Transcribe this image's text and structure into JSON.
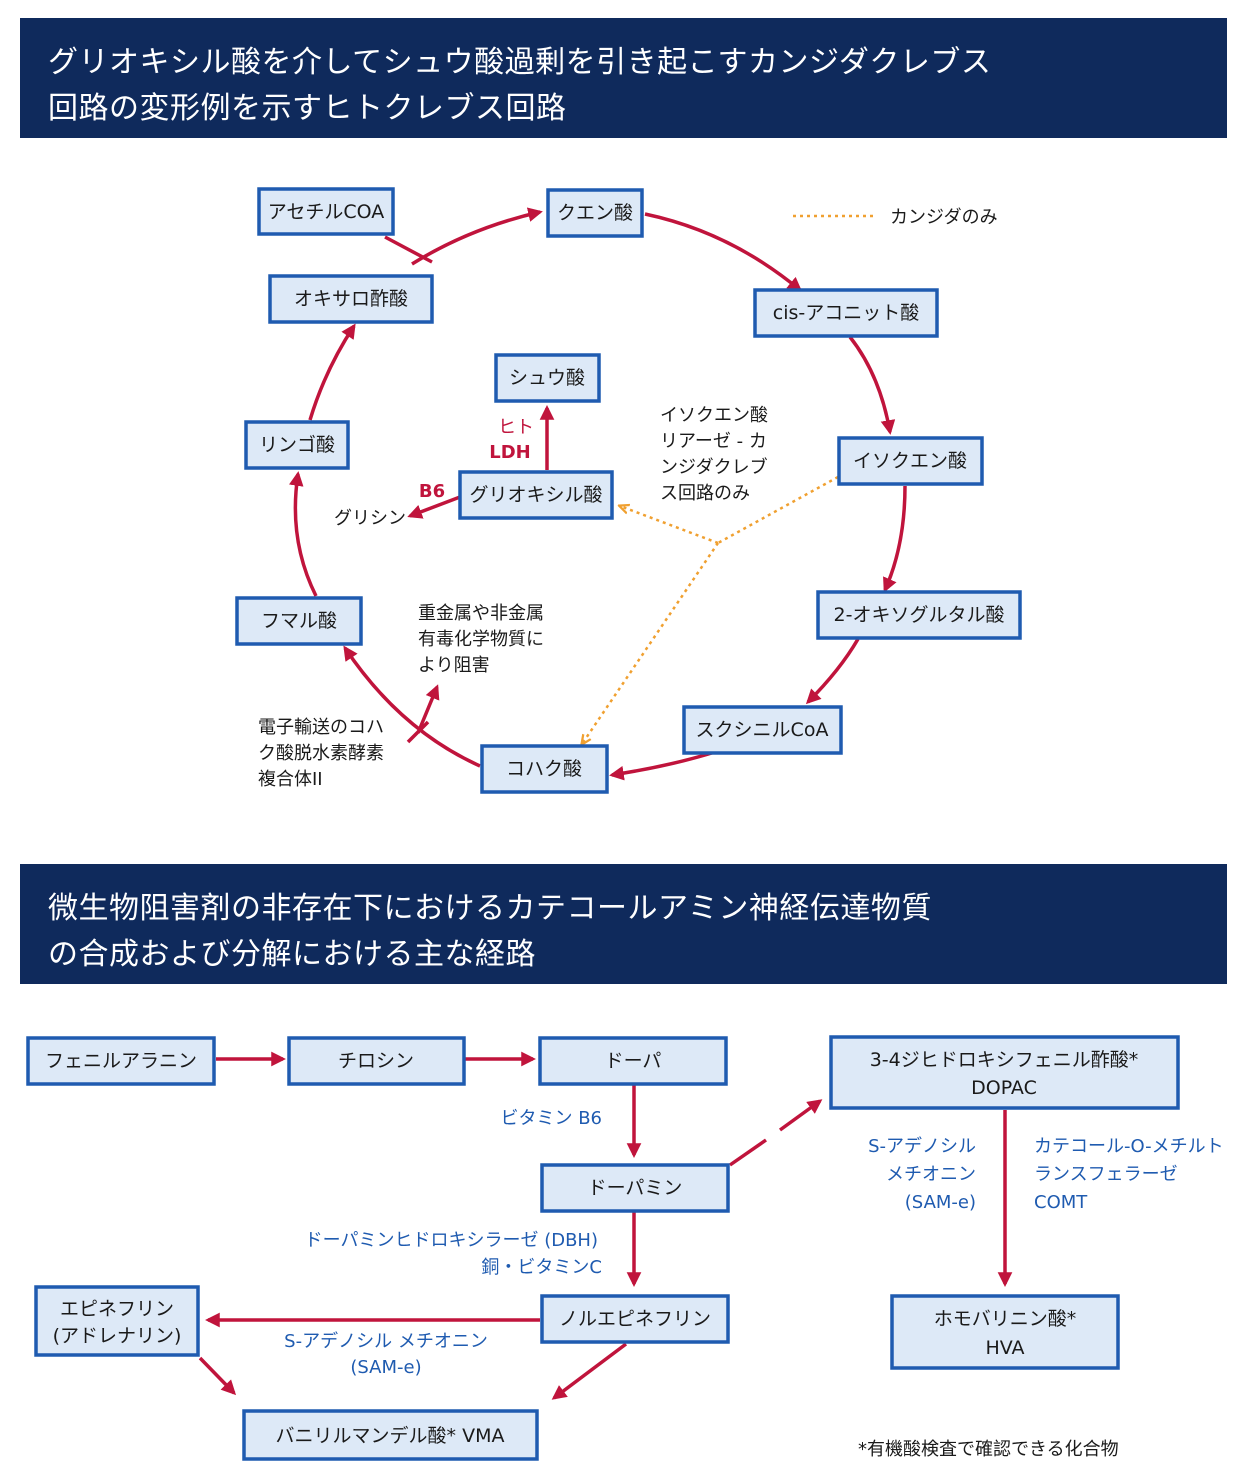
{
  "section1": {
    "title_line1": "グリオキシル酸を介してシュウ酸過剰を引き起こすカンジダクレブス",
    "title_line2": "回路の変形例を示すヒトクレブス回路",
    "legend": "カンジダのみ",
    "nodes": {
      "acetyl_coa": "アセチルCOA",
      "citric": "クエン酸",
      "cis_aconitic": "cis-アコニット酸",
      "isocitric": "イソクエン酸",
      "oxoglutaric": "2-オキソグルタル酸",
      "succinyl_coa": "スクシニルCoA",
      "succinic": "コハク酸",
      "fumaric": "フマル酸",
      "malic": "リンゴ酸",
      "oxaloacetic": "オキサロ酢酸",
      "oxalic": "シュウ酸",
      "glyoxylic": "グリオキシル酸"
    },
    "labels": {
      "human": "ヒト",
      "ldh": "LDH",
      "b6": "B6",
      "glycine": "グリシン",
      "isocitrate_lyase": [
        "イソクエン酸",
        "リアーゼ - カ",
        "ンジダクレブ",
        "ス回路のみ"
      ],
      "heavy_metal": [
        "重金属や非金属",
        "有毒化学物質に",
        "より阻害"
      ],
      "complex2": [
        "電子輸送のコハ",
        "ク酸脱水素酵素",
        "複合体II"
      ]
    }
  },
  "section2": {
    "title_line1": "微生物阻害剤の非存在下におけるカテコールアミン神経伝達物質",
    "title_line2": "の合成および分解における主な経路",
    "nodes": {
      "phenylalanine": "フェニルアラニン",
      "tyrosine": "チロシン",
      "dopa": "ドーパ",
      "dopamine": "ドーパミン",
      "norepinephrine": "ノルエピネフリン",
      "epinephrine": [
        "エピネフリン",
        "(アドレナリン)"
      ],
      "vma": "バニリルマンデル酸* VMA",
      "dopac": [
        "3-4ジヒドロキシフェニル酢酸*",
        "DOPAC"
      ],
      "hva": [
        "ホモバリニン酸*",
        "HVA"
      ]
    },
    "labels": {
      "vitamin_b6": "ビタミン B6",
      "dbh": "ドーパミンヒドロキシラーゼ (DBH)",
      "copper_vitc": "銅・ビタミンC",
      "same_horizontal": "S-アデノシル メチオニン",
      "same_h2": "(SAM-e)",
      "same_vertical": [
        "S-アデノシル",
        "メチオニン",
        "(SAM-e)"
      ],
      "comt": [
        "カテコール-O-メチルト",
        "ランスフェラーゼ",
        "COMT"
      ]
    },
    "footnote": "*有機酸検査で確認できる化合物"
  }
}
